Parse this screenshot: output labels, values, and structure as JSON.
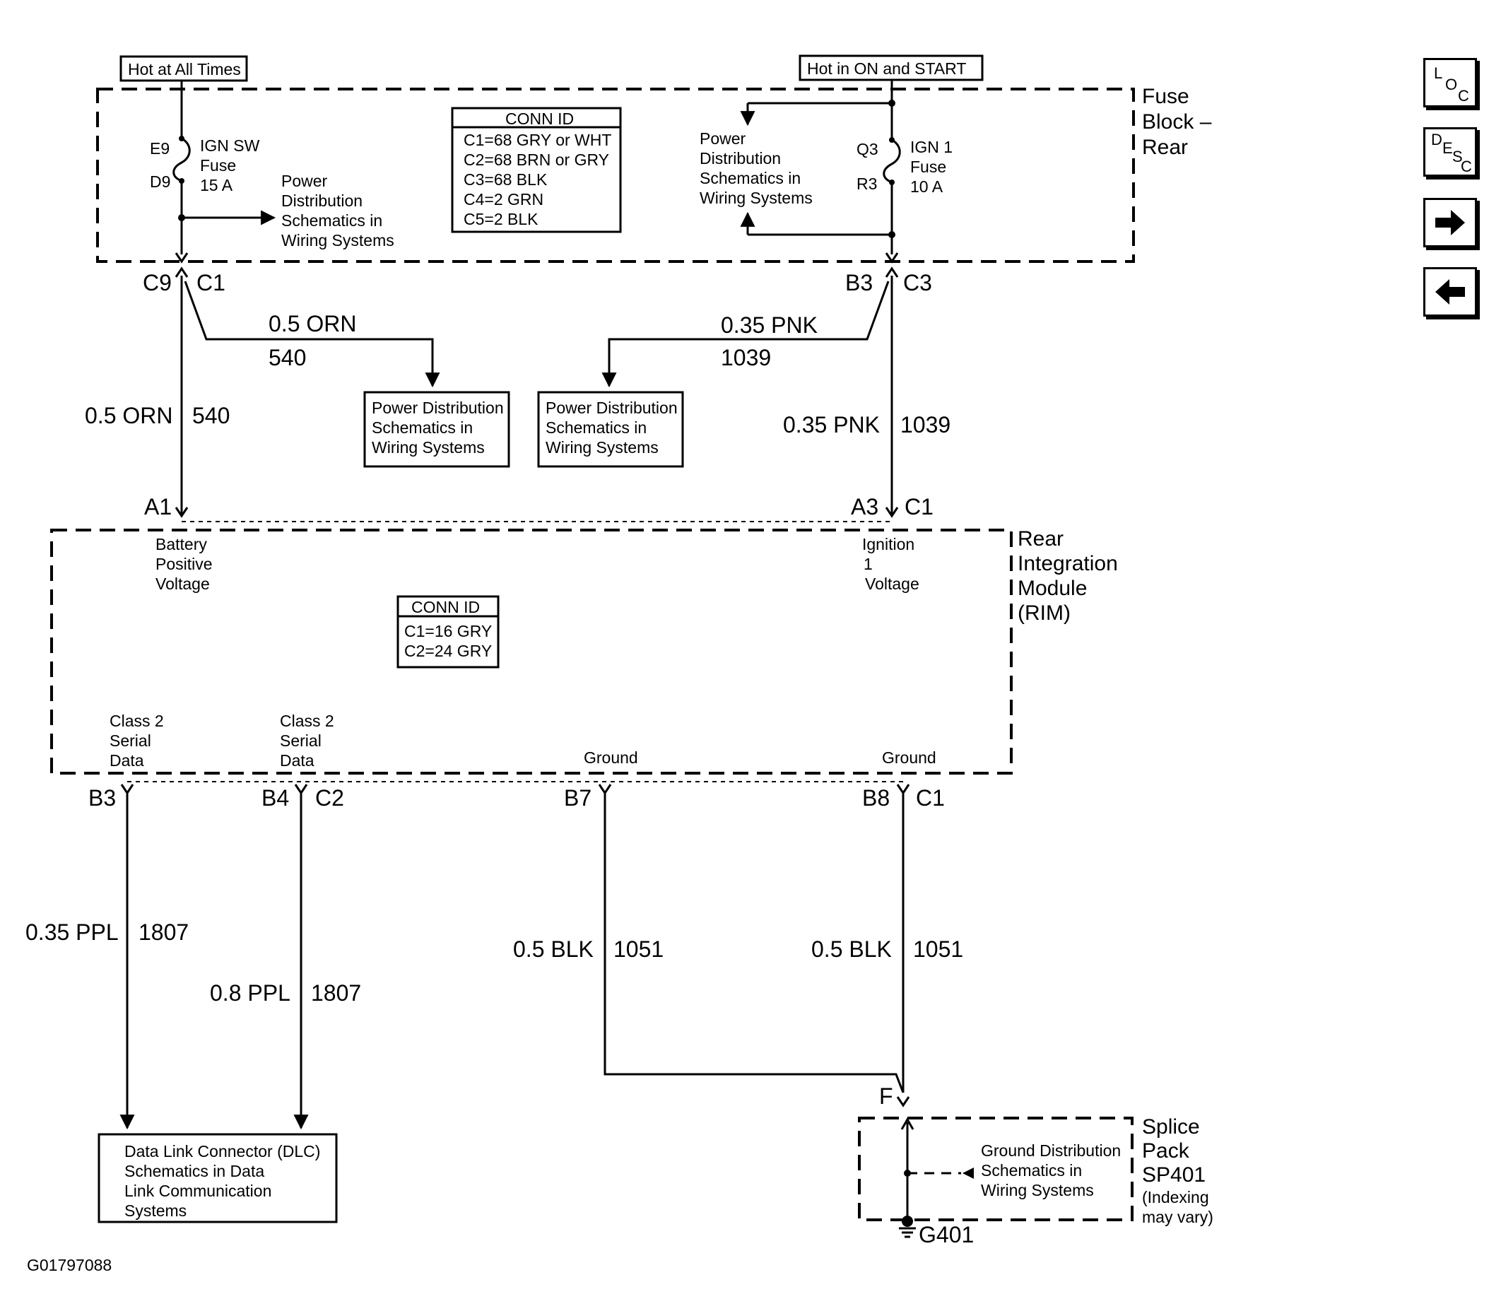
{
  "title_label": "",
  "sources": {
    "hot_at_all_times": "Hot at All Times",
    "hot_in_on_start": "Hot in ON and START"
  },
  "fuse_block": {
    "name_lines": [
      "Fuse",
      "Block –",
      "Rear"
    ],
    "ign_sw_fuse": {
      "in_pin": "E9",
      "out_pin": "D9",
      "lines": [
        "IGN SW",
        "Fuse",
        "15 A"
      ]
    },
    "ign1_fuse": {
      "in_pin": "Q3",
      "out_pin": "R3",
      "lines": [
        "IGN 1",
        "Fuse",
        "10 A"
      ]
    },
    "power_ref_left": [
      "Power",
      "Distribution",
      "Schematics in",
      "Wiring Systems"
    ],
    "power_ref_right": [
      "Power",
      "Distribution",
      "Schematics in",
      "Wiring Systems"
    ],
    "conn_id": {
      "header": "CONN ID",
      "rows": [
        "C1=68 GRY or WHT",
        "C2=68 BRN or GRY",
        "C3=68 BLK",
        "C4=2 GRN",
        "C5=2 BLK"
      ]
    }
  },
  "upper_connectors": {
    "left": {
      "pin": "C9",
      "conn": "C1"
    },
    "right": {
      "pin": "B3",
      "conn": "C3"
    }
  },
  "upper_wires": {
    "left_branch": {
      "gauge_color": "0.5 ORN",
      "circuit": "540"
    },
    "right_branch": {
      "gauge_color": "0.35 PNK",
      "circuit": "1039"
    },
    "left_main": {
      "gauge_color": "0.5 ORN",
      "circuit": "540"
    },
    "right_main": {
      "gauge_color": "0.35 PNK",
      "circuit": "1039"
    }
  },
  "power_boxes": {
    "left": [
      "Power Distribution",
      "Schematics in",
      "Wiring Systems"
    ],
    "right": [
      "Power Distribution",
      "Schematics in",
      "Wiring Systems"
    ]
  },
  "rim_top_connectors": {
    "left": {
      "pin": "A1"
    },
    "right": {
      "pin": "A3",
      "conn": "C1"
    }
  },
  "rim": {
    "name_lines": [
      "Rear",
      "Integration",
      "Module",
      "(RIM)"
    ],
    "battery_label": [
      "Battery",
      "Positive",
      "Voltage"
    ],
    "ignition_label": [
      "Ignition",
      "1",
      "Voltage"
    ],
    "conn_id": {
      "header": "CONN ID",
      "rows": [
        "C1=16 GRY",
        "C2=24 GRY"
      ]
    },
    "class2_a": [
      "Class 2",
      "Serial",
      "Data"
    ],
    "class2_b": [
      "Class 2",
      "Serial",
      "Data"
    ],
    "ground_a": "Ground",
    "ground_b": "Ground"
  },
  "rim_bottom_connectors": {
    "b3": {
      "pin": "B3"
    },
    "b4": {
      "pin": "B4",
      "conn": "C2"
    },
    "b7": {
      "pin": "B7"
    },
    "b8": {
      "pin": "B8",
      "conn": "C1"
    }
  },
  "lower_wires": {
    "w1": {
      "gauge_color": "0.35 PPL",
      "circuit": "1807"
    },
    "w2": {
      "gauge_color": "0.8 PPL",
      "circuit": "1807"
    },
    "w3": {
      "gauge_color": "0.5 BLK",
      "circuit": "1051"
    },
    "w4": {
      "gauge_color": "0.5 BLK",
      "circuit": "1051"
    }
  },
  "dlc_box": [
    "Data Link Connector (DLC)",
    "Schematics in Data",
    "Link Communication",
    "Systems"
  ],
  "splice": {
    "pin": "F",
    "name_lines": [
      "Splice",
      "Pack",
      "SP401"
    ],
    "note_lines": [
      "(Indexing",
      "may vary)"
    ],
    "ground_ref": [
      "Ground Distribution",
      "Schematics in",
      "Wiring Systems"
    ],
    "ground_name": "G401"
  },
  "figure_id": "G01797088",
  "nav": {
    "loc": {
      "big": "L",
      "sub": "O",
      "sub2": "C"
    },
    "desc": {
      "big": "D",
      "sub": "E",
      "sub2": "S",
      "sub3": "C"
    },
    "next_icon": "arrow-right-icon",
    "prev_icon": "arrow-left-icon"
  }
}
